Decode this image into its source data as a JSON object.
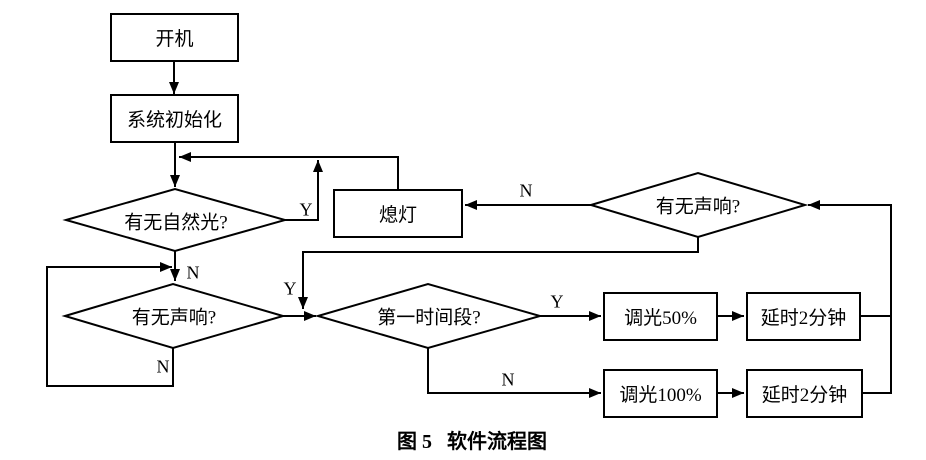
{
  "figure": {
    "caption": "图 5   软件流程图"
  },
  "nodes": {
    "power_on": "开机",
    "system_init": "系统初始化",
    "natural_light_q": "有无自然光?",
    "light_off": "熄灯",
    "sound_q_right": "有无声响?",
    "sound_q_left": "有无声响?",
    "first_period_q": "第一时间段?",
    "dim_50": "调光50%",
    "delay_2min_top": "延时2分钟",
    "dim_100": "调光100%",
    "delay_2min_bottom": "延时2分钟"
  },
  "edge_labels": {
    "natural_light_yes": "Y",
    "natural_light_no": "N",
    "sound_left_loop_no": "N",
    "sound_right_no": "N",
    "sound_yes": "Y",
    "first_period_yes": "Y",
    "first_period_no": "N"
  },
  "colors": {
    "line": "#000000",
    "background": "#ffffff"
  }
}
